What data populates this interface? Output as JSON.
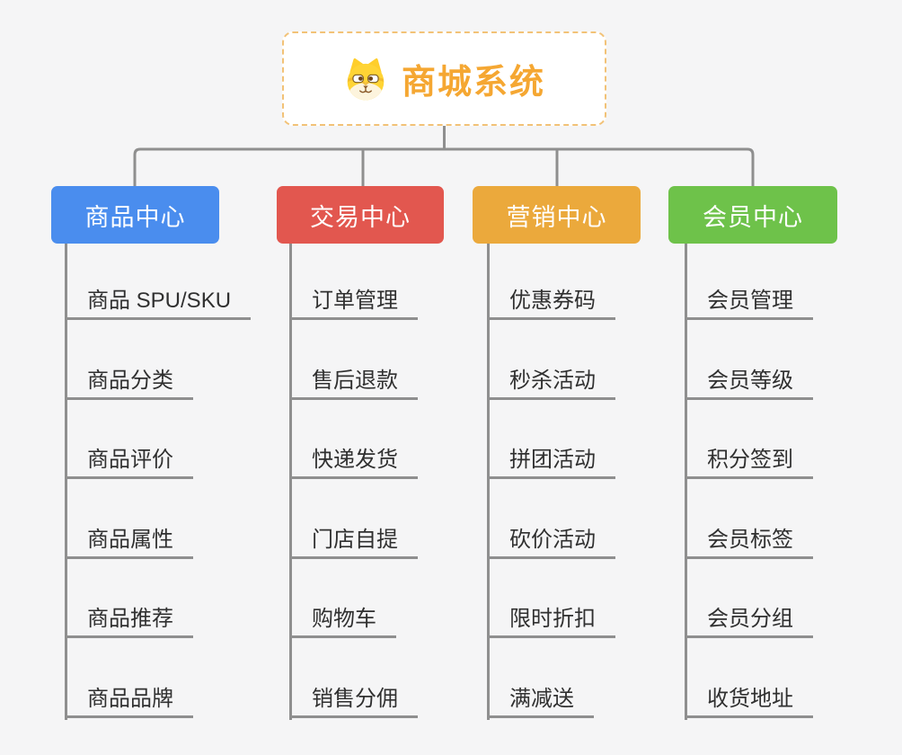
{
  "app": {
    "background_color": "#f5f5f6",
    "connector_color": "#8f8f8f",
    "child_text_color": "#303030"
  },
  "root": {
    "title": "商城系统",
    "icon": "dog-mascot-icon",
    "title_color": "#f5a732",
    "border_color": "#f2c277"
  },
  "branches": [
    {
      "label": "商品中心",
      "color": "#4a8dee",
      "children": [
        "商品 SPU/SKU",
        "商品分类",
        "商品评价",
        "商品属性",
        "商品推荐",
        "商品品牌"
      ]
    },
    {
      "label": "交易中心",
      "color": "#e2574f",
      "children": [
        "订单管理",
        "售后退款",
        "快递发货",
        "门店自提",
        "购物车",
        "销售分佣"
      ]
    },
    {
      "label": "营销中心",
      "color": "#eba93c",
      "children": [
        "优惠券码",
        "秒杀活动",
        "拼团活动",
        "砍价活动",
        "限时折扣",
        "满减送"
      ]
    },
    {
      "label": "会员中心",
      "color": "#6ec24a",
      "children": [
        "会员管理",
        "会员等级",
        "积分签到",
        "会员标签",
        "会员分组",
        "收货地址"
      ]
    }
  ]
}
